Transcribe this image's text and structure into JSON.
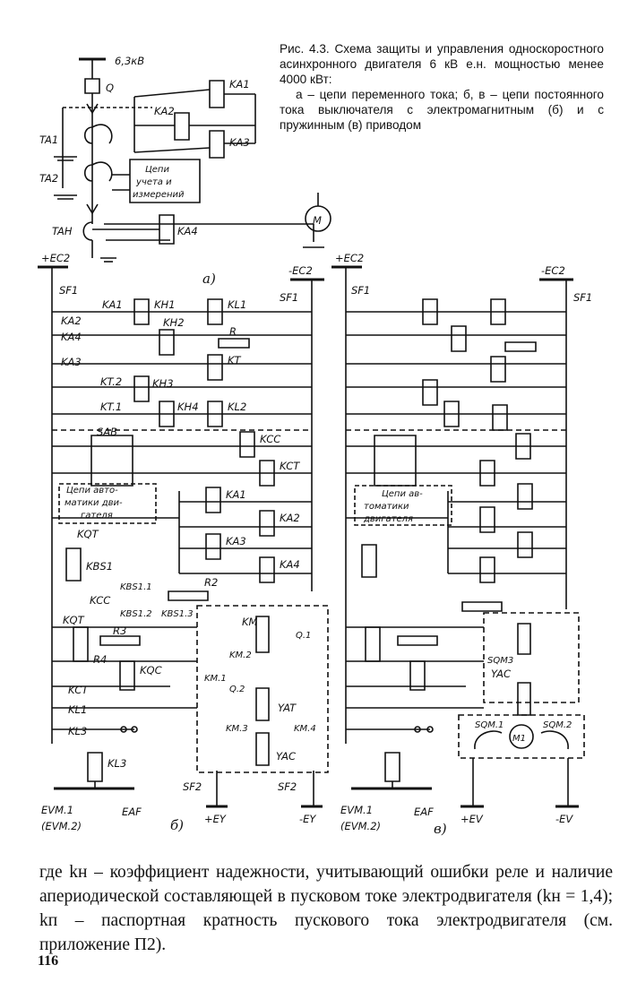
{
  "figure": {
    "caption_title": "Рис. 4.3. Схема защиты и управления односкоростного асинхронного двигателя 6 кВ е.н. мощностью менее 4000 кВт:",
    "caption_parts": "а – цепи переменного тока; б, в – цепи постоянного тока выключателя с электромагнитным (б) и с пружинным (в) приводом",
    "panel_a": {
      "voltage": "6,3кВ",
      "breaker": "Q",
      "ct1": "TA1",
      "ct2": "TA2",
      "ctn": "TAH",
      "relays": [
        "KA1",
        "KA2",
        "KA3",
        "KA4"
      ],
      "box_line1": "Цепи",
      "box_line2": "учета и",
      "box_line3": "измерений",
      "motor": "M",
      "label": "а)"
    },
    "panel_b": {
      "bus_plus": "+EC2",
      "bus_minus": "-EC2",
      "sf_left": "SF1",
      "sf_right": "SF1",
      "labels": [
        "KA1",
        "KA2",
        "KA4",
        "KA3",
        "KT.2",
        "KT.1",
        "KH1",
        "KH2",
        "KH3",
        "KH4",
        "KL1",
        "R",
        "KT",
        "KL2",
        "SAB",
        "KCC",
        "KCT",
        "KA1",
        "KA2",
        "KA3",
        "KA4",
        "KQT",
        "KBS1",
        "KCC",
        "KBS1.1",
        "KBS1.2",
        "KBS1.3",
        "R2",
        "KQT",
        "R3",
        "R4",
        "KQC",
        "KM",
        "KM.2",
        "KM.1",
        "Q.1",
        "Q.2",
        "YAT",
        "KCT",
        "KL1",
        "KL3",
        "KM.3",
        "KM.4",
        "YAC",
        "KL3",
        "SF2",
        "SF2",
        "+EY",
        "-EY",
        "EVM.1",
        "(EVM.2)",
        "EAF"
      ],
      "box_line1": "Цепи авто-",
      "box_line2": "матики дви-",
      "box_line3": "гателя",
      "label": "б)"
    },
    "panel_c": {
      "bus_plus": "+EC2",
      "bus_minus": "-EC2",
      "sf_left": "SF1",
      "sf_right": "SF1",
      "labels": [
        "SQM3",
        "YAC",
        "SQM.1",
        "SQM.2",
        "M1",
        "+EV",
        "-EV",
        "EVM.1",
        "(EVM.2)",
        "EAF"
      ],
      "box_line1": "Цепи ав-",
      "box_line2": "томатики",
      "box_line3": "двигателя",
      "label": "в)"
    }
  },
  "body_text": "где kн – коэффициент надежности, учитывающий ошибки реле и наличие апериодической составляющей в пусковом токе электродвигателя (kн = 1,4); kп – паспортная кратность пускового тока электродвигателя (см. приложение П2).",
  "page_number": "116"
}
